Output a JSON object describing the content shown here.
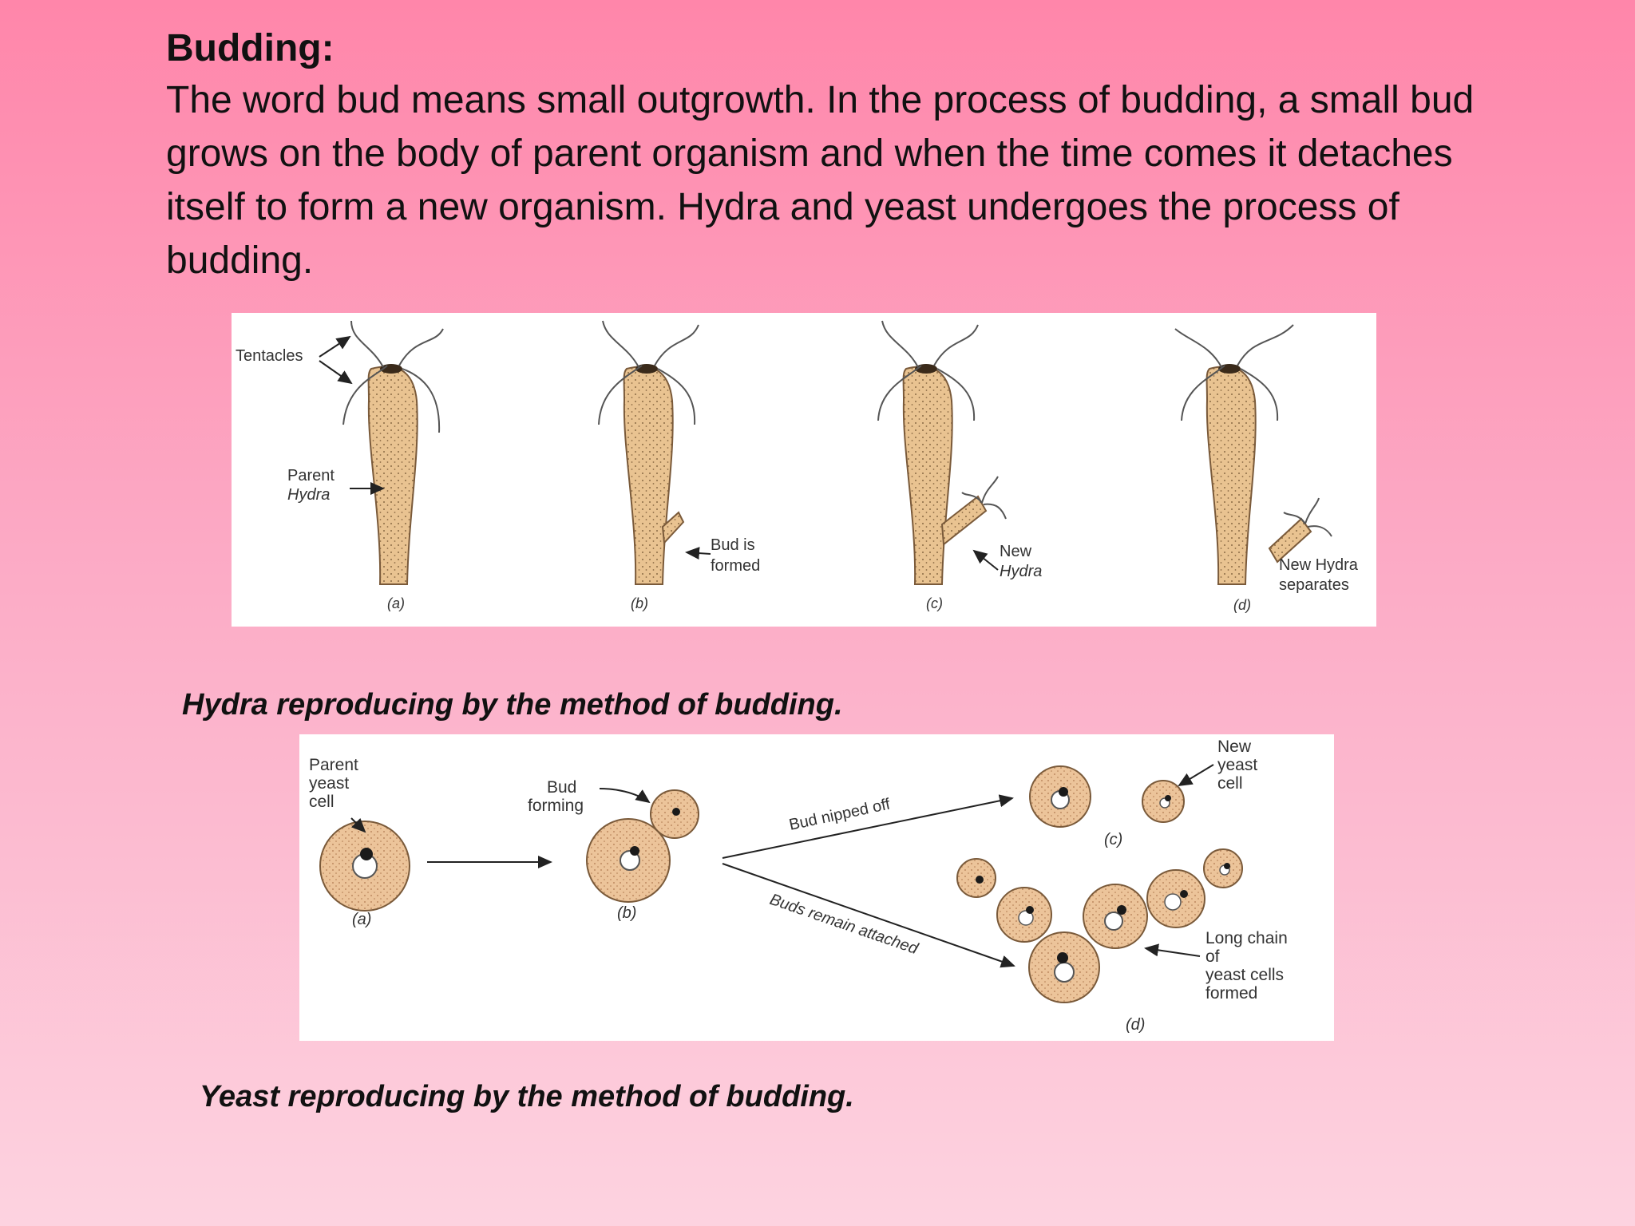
{
  "slide": {
    "heading": "Budding:",
    "paragraph": "The word bud means small outgrowth. In the process of budding, a small bud grows on the body of parent organism and when the time comes it detaches itself to form a new organism. Hydra and yeast undergoes the process of budding."
  },
  "hydra_figure": {
    "caption": "Hydra reproducing by the method of budding.",
    "labels": {
      "tentacles": "Tentacles",
      "parent_line1": "Parent",
      "parent_line2": "Hydra",
      "bud_line1": "Bud is",
      "bud_line2": "formed",
      "new_line1": "New",
      "new_line2": "Hydra",
      "sep_line1": "New Hydra",
      "sep_line2": "separates",
      "panel_a": "(a)",
      "panel_b": "(b)",
      "panel_c": "(c)",
      "panel_d": "(d)"
    }
  },
  "yeast_figure": {
    "caption": "Yeast reproducing by the method of budding.",
    "labels": {
      "parent_line1": "Parent",
      "parent_line2": "yeast",
      "parent_line3": "cell",
      "bud_line1": "Bud",
      "bud_line2": "forming",
      "nipped": "Bud nipped off",
      "attached": "Buds remain attached",
      "new_line1": "New",
      "new_line2": "yeast",
      "new_line3": "cell",
      "chain_line1": "Long chain",
      "chain_line2": "of",
      "chain_line3": "yeast cells",
      "chain_line4": "formed",
      "panel_a": "(a)",
      "panel_b": "(b)",
      "panel_c": "(c)",
      "panel_d": "(d)"
    }
  },
  "colors": {
    "background_top": "#ff86aa",
    "background_bottom": "#fdd3e0",
    "organism_fill": "#e9c391",
    "organism_outline": "#7a5a3a",
    "nucleus": "#1a1a1a"
  }
}
